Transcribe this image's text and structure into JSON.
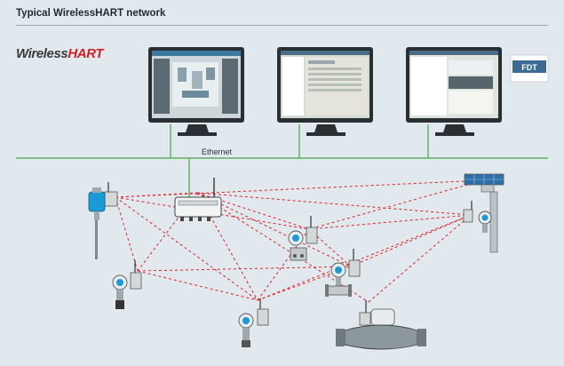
{
  "title": "Typical WirelessHART network",
  "brand": {
    "part1": "Wireless",
    "part2": "HART"
  },
  "ethernet_label": "Ethernet",
  "fdt_logo_text": "FDT",
  "colors": {
    "ethernet_line": "#4aa34a",
    "wireless_link": "#d9242b",
    "background": "#e2e9ee",
    "device_blue": "#1a9ad6"
  },
  "icons": [
    "monitor-icon",
    "fdt-logo-icon",
    "gateway-icon",
    "level-transmitter-icon",
    "pressure-transmitter-icon",
    "flowmeter-icon",
    "solar-panel-icon"
  ]
}
